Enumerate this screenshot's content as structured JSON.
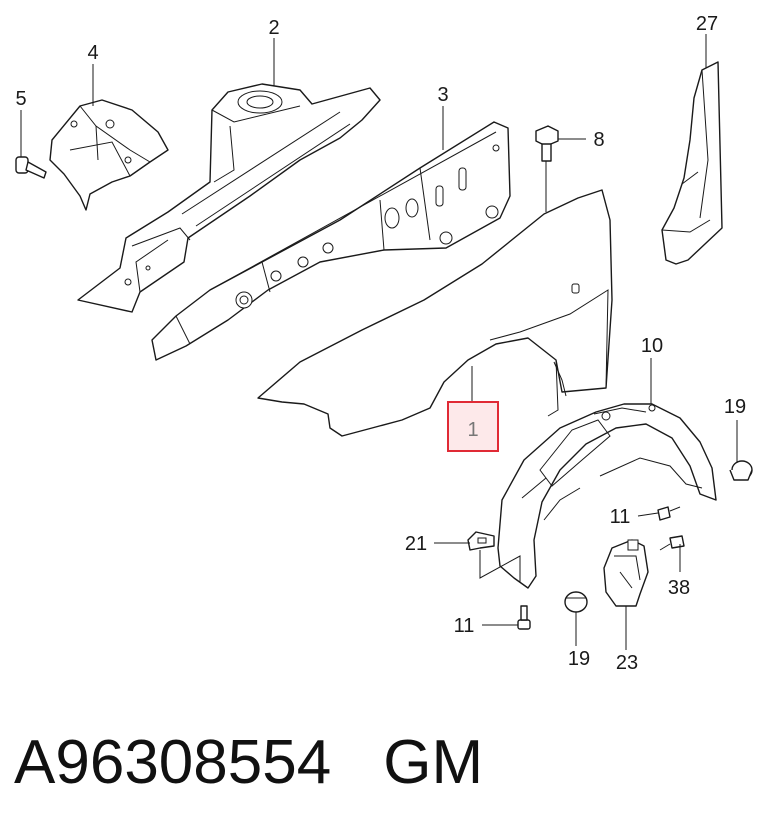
{
  "diagram": {
    "labels": {
      "p1": "1",
      "p2": "2",
      "p3": "3",
      "p4": "4",
      "p5": "5",
      "p8": "8",
      "p10": "10",
      "p11a": "11",
      "p11b": "11",
      "p19a": "19",
      "p19b": "19",
      "p21": "21",
      "p23": "23",
      "p27": "27",
      "p38": "38"
    },
    "highlight_color": "#e02a35"
  },
  "footer": {
    "part_number": "A96308554",
    "brand": "GM"
  }
}
